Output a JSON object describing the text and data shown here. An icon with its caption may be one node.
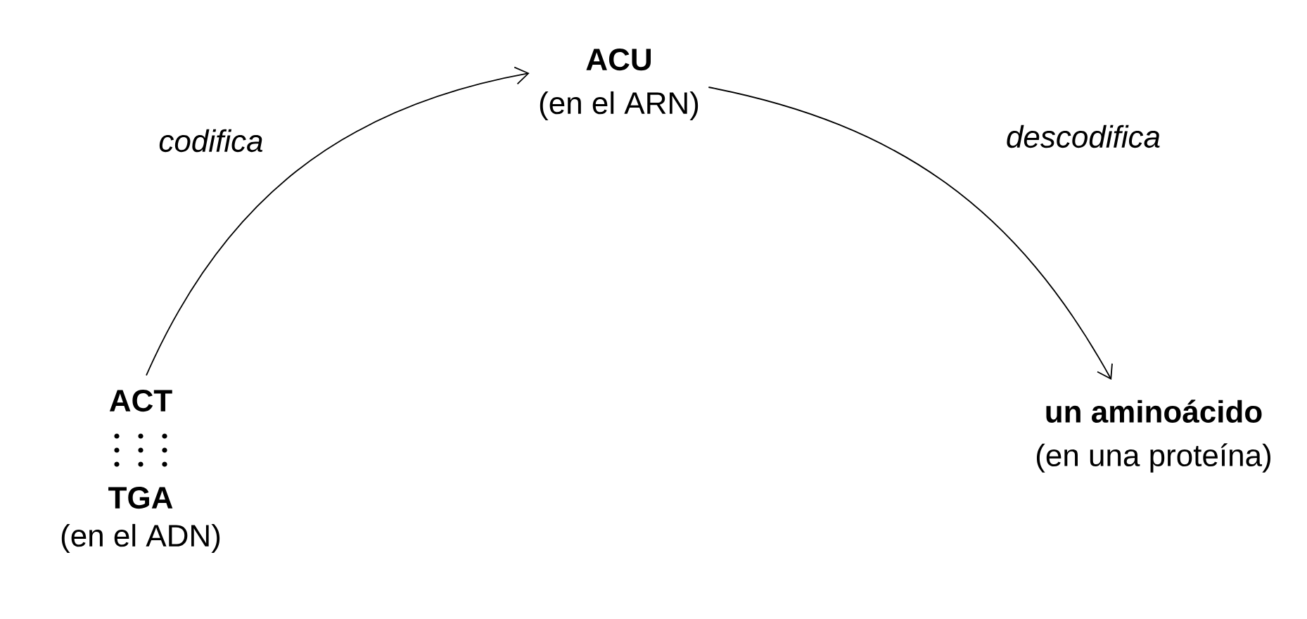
{
  "diagram": {
    "nodes": [
      {
        "text": [
          "ACT",
          "TGA",
          "(en el ADN)"
        ]
      },
      {
        "text": [
          "ACU",
          "(en el ARN)"
        ]
      },
      {
        "text": [
          "un aminoácido",
          "(en una proteína)"
        ]
      }
    ],
    "edges": [
      {
        "from": 0,
        "to": 1,
        "arrow": "to",
        "label": "codifica"
      },
      {
        "from": 1,
        "to": 2,
        "arrow": "to",
        "label": "descodifica"
      }
    ]
  }
}
